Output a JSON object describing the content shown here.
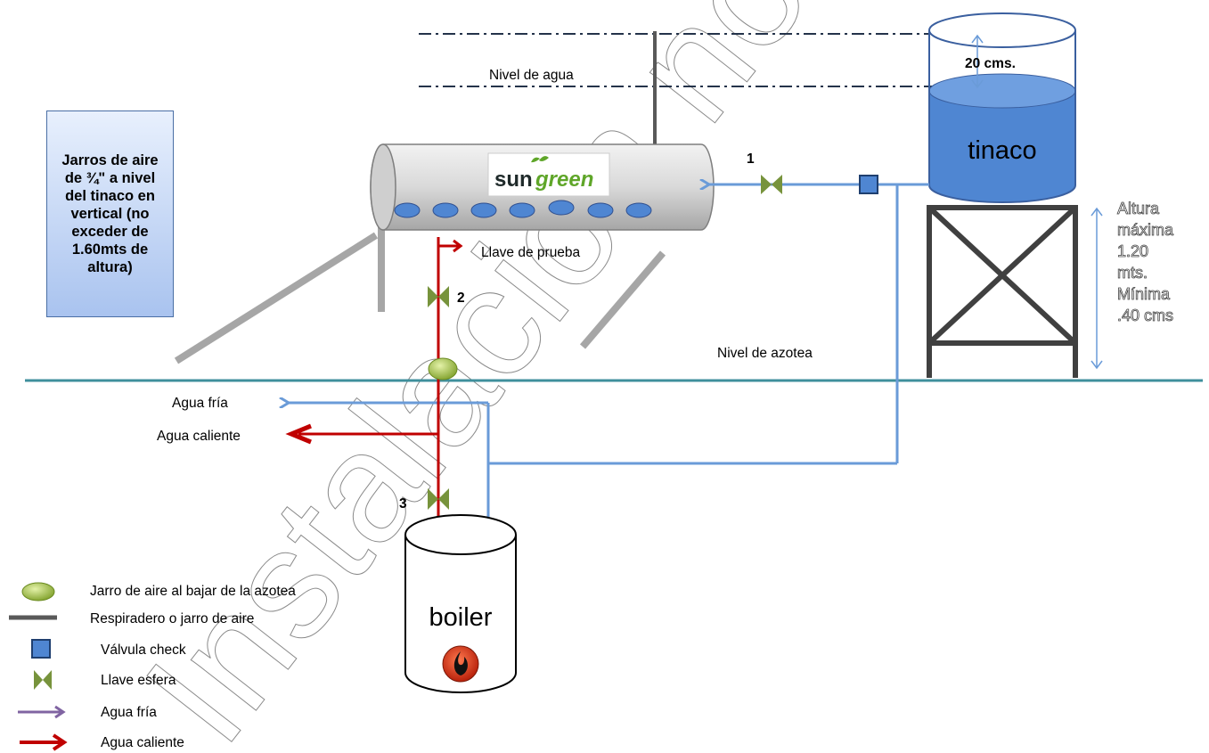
{
  "labels": {
    "nivel_agua": "Nivel de agua",
    "cm20": "20 cms.",
    "tinaco": "tinaco",
    "brand_sun": "sun",
    "brand_green": "green",
    "valve1": "1",
    "valve2": "2",
    "valve3": "3",
    "llave_prueba": "Llave de prueba",
    "nivel_azotea": "Nivel de azotea",
    "agua_fria": "Agua fría",
    "agua_caliente": "Agua caliente",
    "boiler": "boiler",
    "note": "Jarros de aire de ¾\" a nivel del tinaco en vertical (no exceder de 1.60mts de altura)",
    "altura": "Altura\nmáxima\n1.20\nmts.\nMínima\n.40 cms"
  },
  "legend": [
    {
      "icon": "air-jar-ellipse-icon",
      "label": "Jarro de aire al bajar de la azotea"
    },
    {
      "icon": "vent-line-icon",
      "label": "Respiradero o jarro de aire"
    },
    {
      "icon": "check-valve-square-icon",
      "label": "Válvula check"
    },
    {
      "icon": "ball-valve-icon",
      "label": "Llave esfera"
    },
    {
      "icon": "cold-arrow-icon",
      "label": "Agua fría"
    },
    {
      "icon": "hot-arrow-icon",
      "label": "Agua caliente"
    }
  ],
  "watermark": "Instalación no autorizada Original",
  "colors": {
    "cold_pipe": "#6a9bd8",
    "hot_pipe": "#c00000",
    "tank_fill": "#4f86d2",
    "valve_green": "#77933c",
    "roof_line": "#3f8f9c",
    "cold_legend": "#8064a2"
  }
}
